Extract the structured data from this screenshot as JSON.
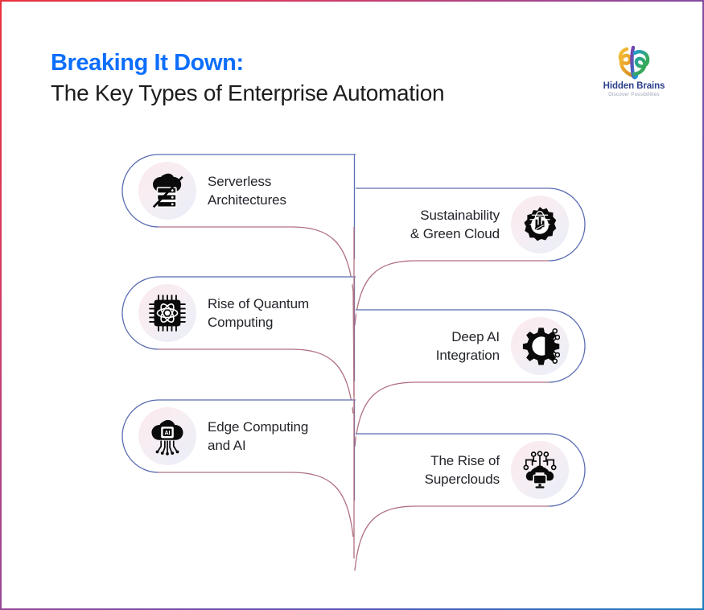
{
  "header": {
    "title_line1": "Breaking It Down:",
    "title_line2": "The Key Types of Enterprise Automation",
    "accent_color": "#0d6efd",
    "text_color": "#1c1c1c"
  },
  "logo": {
    "mark_icon": "hidden-brains-monogram-icon",
    "name": "Hidden Brains",
    "tagline": "Discover Possibilities",
    "name_color": "#2b3f8c",
    "mark_colors": [
      "#f0b429",
      "#6b3fa0",
      "#1f9bd6",
      "#3aa750"
    ]
  },
  "diagram": {
    "frame_gradient": [
      "#e8313c",
      "#8e4a9e",
      "#1a7fc1"
    ],
    "card_stroke_top": "#5a6bb0",
    "card_stroke_bottom": "#b07080",
    "icon_badge_gradient": [
      "#fbe9ec",
      "#e9eef8"
    ],
    "cards": [
      {
        "label": "Serverless\nArchitectures",
        "icon": "cloud-server-slash-icon",
        "side": "left"
      },
      {
        "label": "Sustainability\n& Green Cloud",
        "icon": "globe-gear-leaf-icon",
        "side": "right"
      },
      {
        "label": "Rise of Quantum\nComputing",
        "icon": "quantum-chip-atom-icon",
        "side": "left"
      },
      {
        "label": "Deep AI\nIntegration",
        "icon": "gear-circuit-nodes-icon",
        "side": "right"
      },
      {
        "label": "Edge Computing\nand AI",
        "icon": "cloud-ai-chip-icon",
        "side": "left"
      },
      {
        "label": "The Rise of\nSuperclouds",
        "icon": "supercloud-network-icon",
        "side": "right"
      }
    ]
  }
}
